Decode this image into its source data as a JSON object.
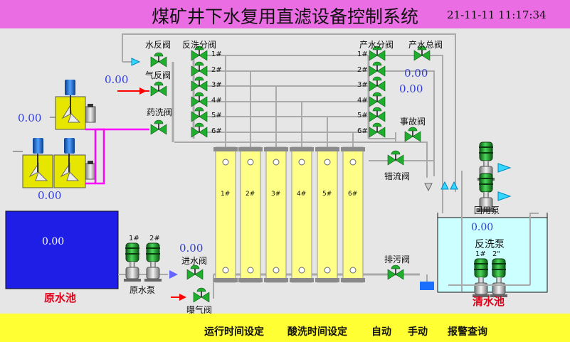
{
  "header": {
    "title": "煤矿井下水复用直滤设备控制系统",
    "datetime": "21-11-11 11:17:34"
  },
  "valves": {
    "water_backwash": "水反阀",
    "backwash_split": "反洗分阀",
    "air_backwash": "气反阀",
    "chemical_wash": "药洗阀",
    "product_split": "产水分阀",
    "product_main": "产水总阀",
    "emergency": "事故阀",
    "bypass": "错流阀",
    "inlet": "进水阀",
    "drain": "排污阀",
    "aeration": "曝气阀"
  },
  "filter_numbers": [
    "1#",
    "2#",
    "3#",
    "4#",
    "5#",
    "6#"
  ],
  "filter_tags": [
    "1#",
    "2#",
    "3#",
    "4#",
    "5#",
    "6#"
  ],
  "pumps": {
    "raw_pump_1": "1#",
    "raw_pump_2": "2#",
    "raw_pump_label": "原水泵",
    "return_pump_label": "回用泵",
    "backwash_pump_label": "反洗泵",
    "backwash_pump_1": "1#",
    "backwash_pump_2": "2\""
  },
  "readings": {
    "air_flow": "0.00",
    "tank_level_1": "0.00",
    "tank_level_2": "0.00",
    "product_flow_1": "0.00",
    "product_flow_2": "0.00",
    "raw_level": "0.00",
    "inlet_flow": "0.00",
    "clear_level": "0.00"
  },
  "tanks": {
    "raw": "原水池",
    "clear": "清水池"
  },
  "menu": {
    "run_time": "运行时间设定",
    "acid_time": "酸洗时间设定",
    "auto": "自动",
    "manual": "手动",
    "alarm": "报警查询"
  },
  "colors": {
    "header": "#eb6de4",
    "footer": "#ffff33",
    "valve": "#1fae2e",
    "filter": "#ffff88",
    "raw_tank": "#1e1ee6",
    "clear_tank": "#ccffff",
    "reading": "#2f3bd7",
    "alarm_red": "#e0001a"
  }
}
